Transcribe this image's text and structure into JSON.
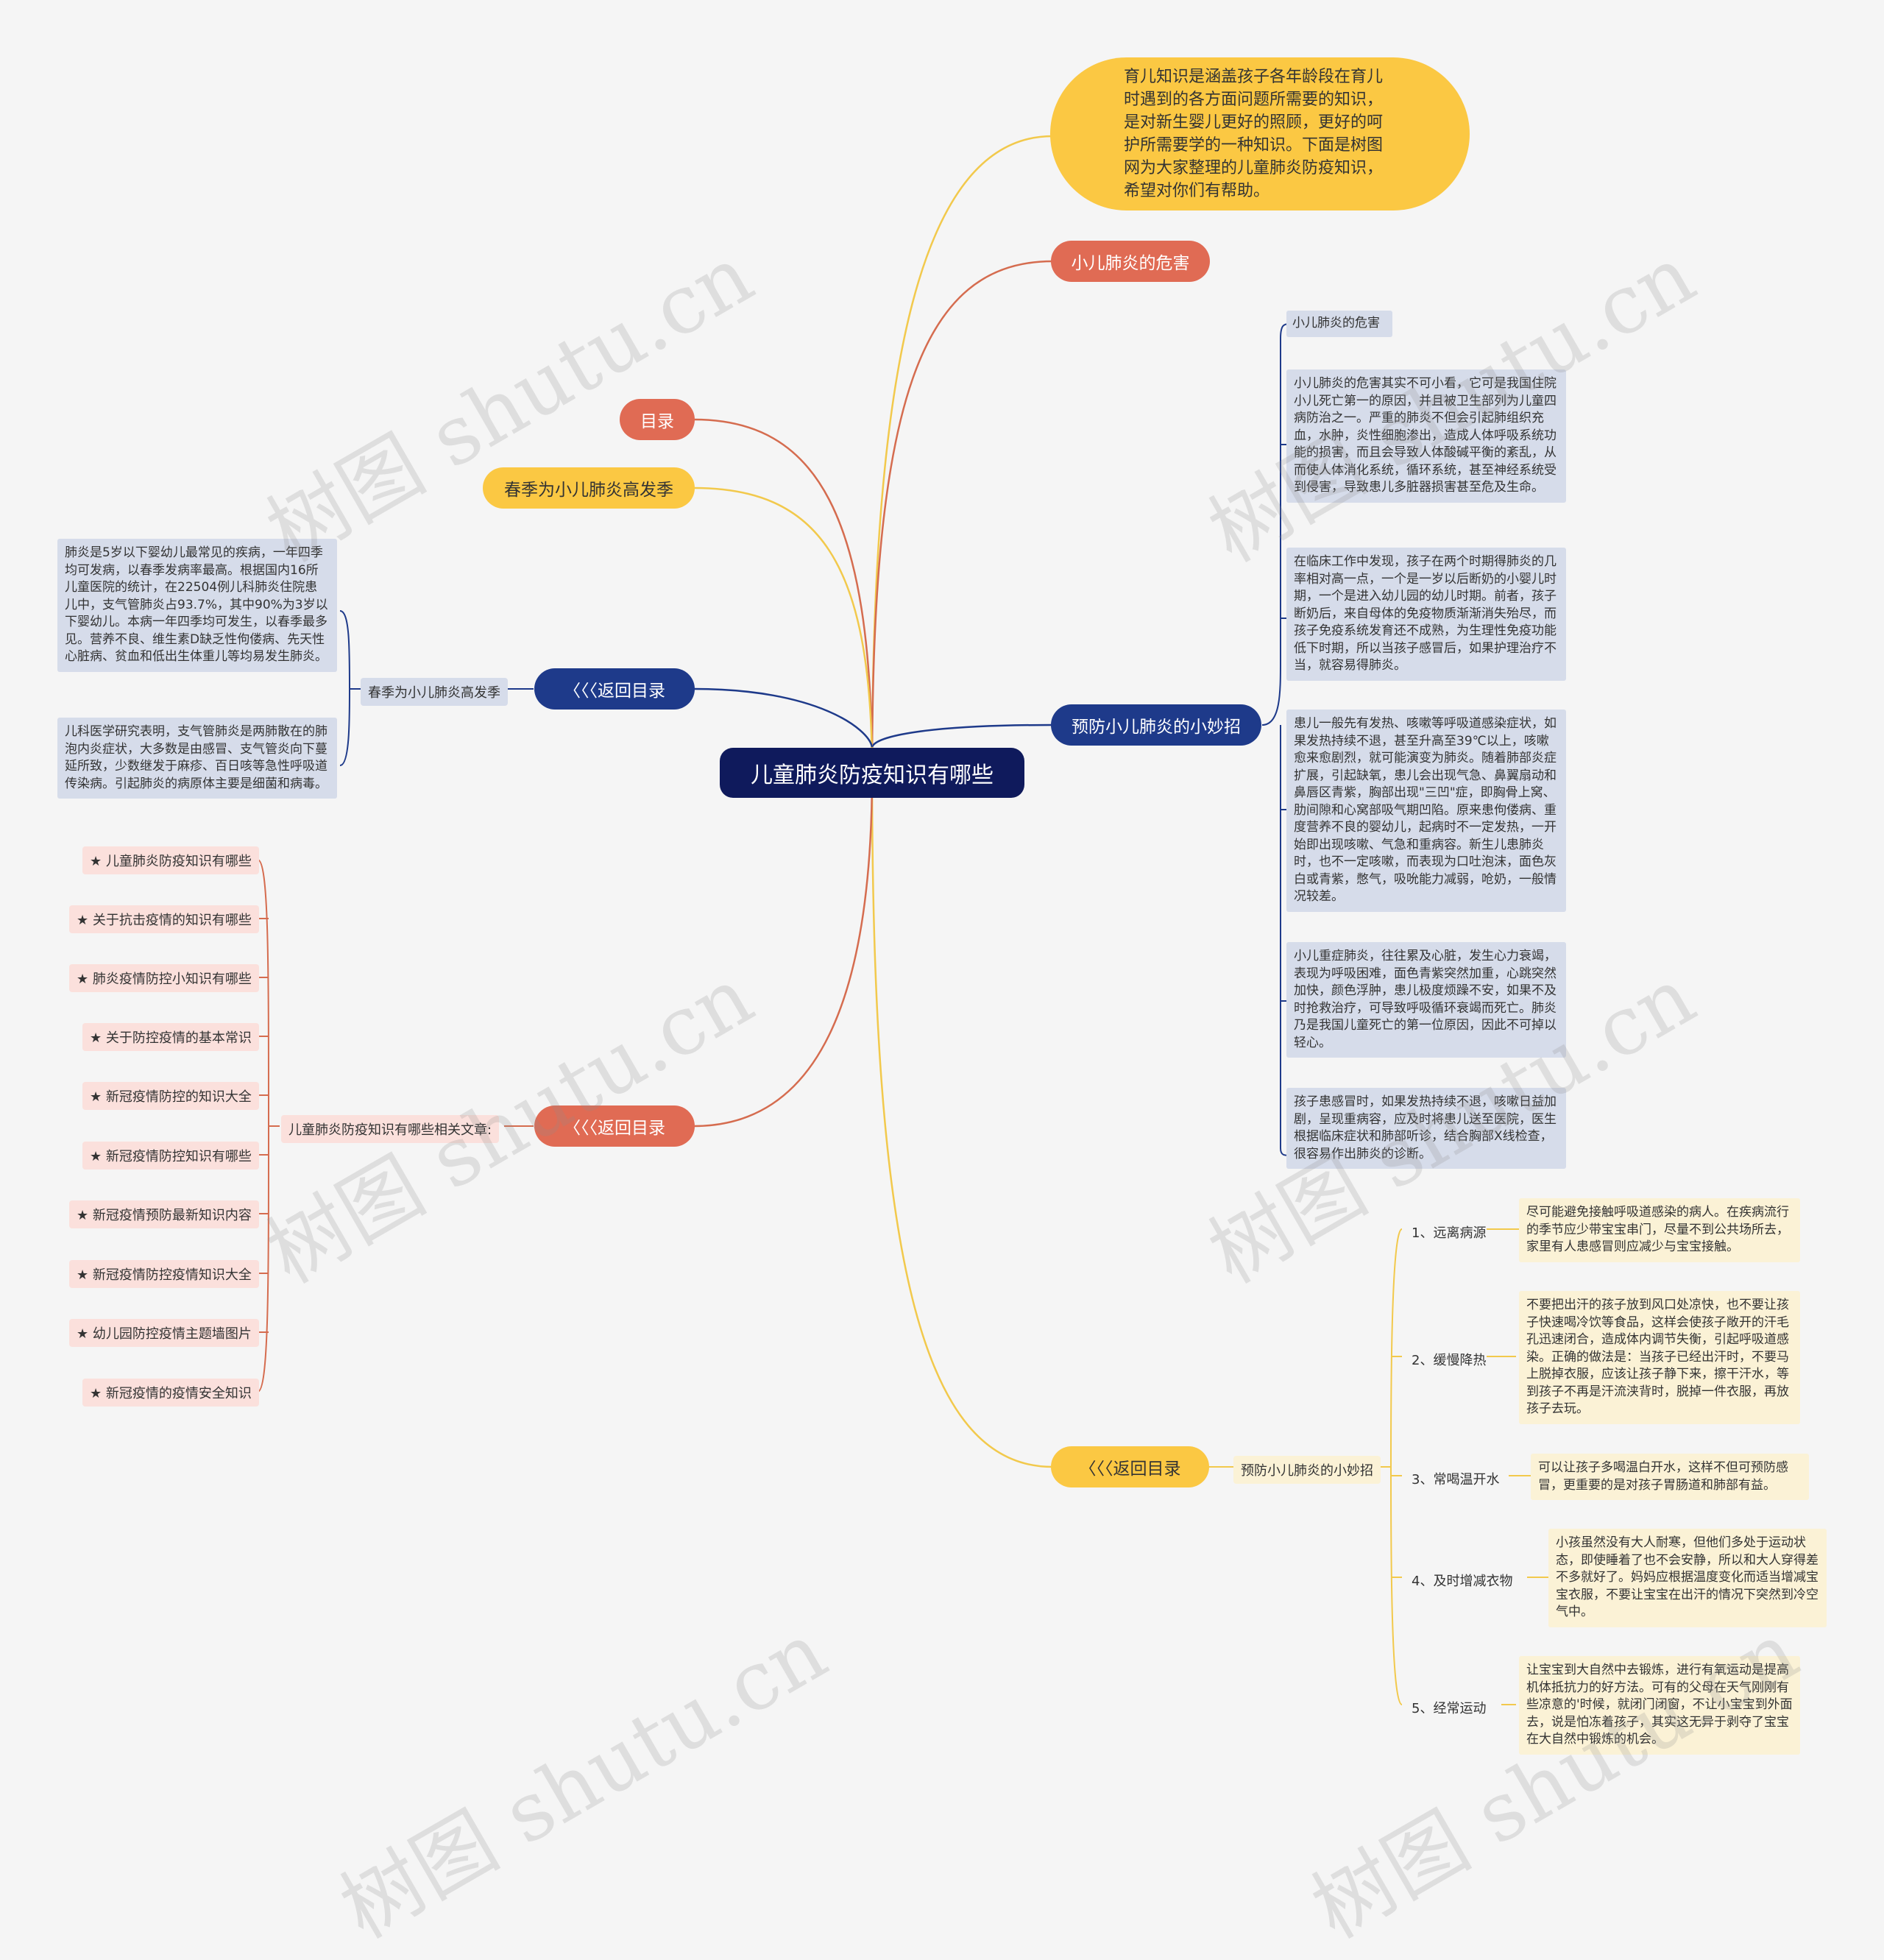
{
  "central": {
    "title": "儿童肺炎防疫知识有哪些"
  },
  "intro": {
    "text": "育儿知识是涵盖孩子各年龄段在育儿时遇到的各方面问题所需要的知识，是对新生婴儿更好的照顾，更好的呵护所需要学的一种知识。下面是树图网为大家整理的儿童肺炎防疫知识，希望对你们有帮助。"
  },
  "right": {
    "harm": {
      "label": "小儿肺炎的危害"
    },
    "prevent": {
      "label": "预防小儿肺炎的小妙招",
      "notes": [
        "小儿肺炎的危害",
        "小儿肺炎的危害其实不可小看，它可是我国住院小儿死亡第一的原因，并且被卫生部列为儿童四病防治之一。严重的肺炎不但会引起肺组织充血，水肿，炎性细胞渗出，造成人体呼吸系统功能的损害，而且会导致人体酸碱平衡的紊乱，从而使人体消化系统，循环系统，甚至神经系统受到侵害，导致患儿多脏器损害甚至危及生命。",
        "在临床工作中发现，孩子在两个时期得肺炎的几率相对高一点，一个是一岁以后断奶的小婴儿时期，一个是进入幼儿园的幼儿时期。前者，孩子断奶后，来自母体的免疫物质渐渐消失殆尽，而孩子免疫系统发育还不成熟，为生理性免疫功能低下时期，所以当孩子感冒后，如果护理治疗不当，就容易得肺炎。",
        "患儿一般先有发热、咳嗽等呼吸道感染症状，如果发热持续不退，甚至升高至39℃以上，咳嗽愈来愈剧烈，就可能演变为肺炎。随着肺部炎症扩展，引起缺氧，患儿会出现气急、鼻翼扇动和鼻唇区青紫，胸部出现\"三凹\"症，即胸骨上窝、肋间隙和心窝部吸气期凹陷。原来患佝偻病、重度营养不良的婴幼儿，起病时不一定发热，一开始即出现咳嗽、气急和重病容。新生儿患肺炎时，也不一定咳嗽，而表现为口吐泡沫，面色灰白或青紫，憋气，吸吮能力减弱，呛奶，一般情况较差。",
        "小儿重症肺炎，往往累及心脏，发生心力衰竭，表现为呼吸困难，面色青紫突然加重，心跳突然加快，颜色浮肿，患儿极度烦躁不安，如果不及时抢救治疗，可导致呼吸循环衰竭而死亡。肺炎乃是我国儿童死亡的第一位原因，因此不可掉以轻心。",
        "孩子患感冒时，如果发热持续不退，咳嗽日益加剧，呈现重病容，应及时将患儿送至医院，医生根据临床症状和肺部听诊，结合胸部X线检查，很容易作出肺炎的诊断。"
      ]
    },
    "back": {
      "label": "〈〈〈返回目录",
      "sub_label": "预防小儿肺炎的小妙招",
      "tips": [
        {
          "title": "1、远离病源",
          "text": "尽可能避免接触呼吸道感染的病人。在疾病流行的季节应少带宝宝串门，尽量不到公共场所去，家里有人患感冒则应减少与宝宝接触。"
        },
        {
          "title": "2、缓慢降热",
          "text": "不要把出汗的孩子放到风口处凉快，也不要让孩子快速喝冷饮等食品，这样会使孩子敞开的汗毛孔迅速闭合，造成体内调节失衡，引起呼吸道感染。正确的做法是：当孩子已经出汗时，不要马上脱掉衣服，应该让孩子静下来，擦干汗水，等到孩子不再是汗流浃背时，脱掉一件衣服，再放孩子去玩。"
        },
        {
          "title": "3、常喝温开水",
          "text": "可以让孩子多喝温白开水，这样不但可预防感冒，更重要的是对孩子胃肠道和肺部有益。"
        },
        {
          "title": "4、及时增减衣物",
          "text": "小孩虽然没有大人耐寒，但他们多处于运动状态，即使睡着了也不会安静，所以和大人穿得差不多就好了。妈妈应根据温度变化而适当增减宝宝衣服，不要让宝宝在出汗的情况下突然到冷空气中。"
        },
        {
          "title": "5、经常运动",
          "text": "让宝宝到大自然中去锻炼，进行有氧运动是提高机体抵抗力的好方法。可有的父母在天气刚刚有些凉意的'时候，就闭门闭窗，不让小宝宝到外面去，说是怕冻着孩子，其实这无异于剥夺了宝宝在大自然中锻炼的机会。"
        }
      ]
    }
  },
  "left": {
    "toc": {
      "label": "目录"
    },
    "spring": {
      "label": "春季为小儿肺炎高发季"
    },
    "back1": {
      "label": "〈〈〈返回目录",
      "sub_label": "春季为小儿肺炎高发季",
      "notes": [
        "肺炎是5岁以下婴幼儿最常见的疾病，一年四季均可发病，以春季发病率最高。根据国内16所儿童医院的统计，在22504例儿科肺炎住院患儿中，支气管肺炎占93.7%，其中90%为3岁以下婴幼儿。本病一年四季均可发生，以春季最多见。营养不良、维生素D缺乏性佝偻病、先天性心脏病、贫血和低出生体重儿等均易发生肺炎。",
        "儿科医学研究表明，支气管肺炎是两肺散在的肺泡内炎症状，大多数是由感冒、支气管炎向下蔓延所致，少数继发于麻疹、百日咳等急性呼吸道传染病。引起肺炎的病原体主要是细菌和病毒。"
      ]
    },
    "back2": {
      "label": "〈〈〈返回目录",
      "sub_label": "儿童肺炎防疫知识有哪些相关文章:",
      "articles": [
        "★ 儿童肺炎防疫知识有哪些",
        "★ 关于抗击疫情的知识有哪些",
        "★ 肺炎疫情防控小知识有哪些",
        "★ 关于防控疫情的基本常识",
        "★ 新冠疫情防控的知识大全",
        "★ 新冠疫情防控知识有哪些",
        "★ 新冠疫情预防最新知识内容",
        "★ 新冠疫情防控疫情知识大全",
        "★ 幼儿园防控疫情主题墙图片",
        "★ 新冠疫情的疫情安全知识"
      ]
    }
  },
  "watermark": "树图 shutu.cn",
  "colors": {
    "central": "#0f1a5c",
    "blue": "#1e3a8a",
    "red": "#e06b54",
    "yellow": "#fbc843",
    "line_yellow": "#f2c94c",
    "line_red": "#d56c4f",
    "line_blue": "#1e3a8a"
  }
}
